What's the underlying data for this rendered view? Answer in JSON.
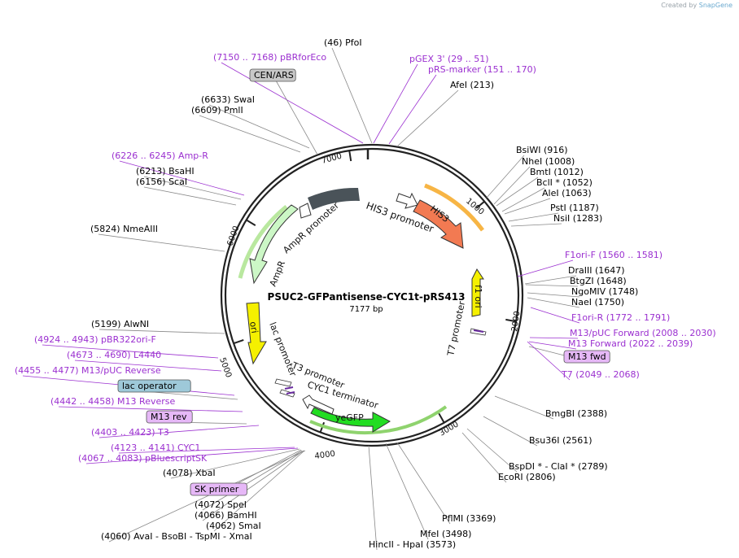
{
  "credit": {
    "prefix": "Created by",
    "brand": "SnapGene"
  },
  "plasmid": {
    "name": "PSUC2-GFPantisense-CYC1t-pRS413",
    "length_label": "7177 bp",
    "length": 7177
  },
  "colors": {
    "feature_purple": "#9b30d0",
    "site_black": "#000000",
    "line_gray": "#7f7f7f"
  },
  "ticks": [
    "1000",
    "2000",
    "3000",
    "4000",
    "5000",
    "6000",
    "7000"
  ],
  "features": [
    {
      "id": "his3-promoter",
      "label": "HIS3 promoter",
      "color": "#ffffff"
    },
    {
      "id": "his3",
      "label": "HIS3",
      "color": "#f27a52"
    },
    {
      "id": "f1-ori",
      "label": "f1 ori",
      "color": "#f5f000"
    },
    {
      "id": "t7-promoter",
      "label": "T7 promoter",
      "color": "#ffffff"
    },
    {
      "id": "yegfp",
      "label": "yeGFP",
      "color": "#22dd22"
    },
    {
      "id": "cyc1-terminator",
      "label": "CYC1 terminator",
      "color": "#ffffff"
    },
    {
      "id": "t3-promoter",
      "label": "T3 promoter",
      "color": "#ffffff"
    },
    {
      "id": "lac-promoter",
      "label": "lac promoter",
      "color": "#ffffff"
    },
    {
      "id": "ori",
      "label": "ori",
      "color": "#f5f000"
    },
    {
      "id": "ampr",
      "label": "AmpR",
      "color": "#ccf7c6"
    },
    {
      "id": "ampr-promoter",
      "label": "AmpR promoter",
      "color": "#ffffff"
    },
    {
      "id": "cen-ars-arc",
      "label": "",
      "color": "#4a5359"
    }
  ],
  "sites": [
    {
      "text": "(46)  PfoI",
      "kind": "enzyme"
    },
    {
      "text": "pGEX 3'    (29 .. 51)",
      "kind": "primer"
    },
    {
      "text": "pRS-marker    (151 .. 170)",
      "kind": "primer"
    },
    {
      "text": "AfeI    (213)",
      "kind": "enzyme"
    },
    {
      "text": "(7150 .. 7168)  pBRforEco",
      "kind": "primer"
    },
    {
      "text": "CEN/ARS",
      "kind": "boxed"
    },
    {
      "text": "(6633)  SwaI",
      "kind": "enzyme"
    },
    {
      "text": "(6609)  PmlI",
      "kind": "enzyme"
    },
    {
      "text": "(6226 .. 6245)  Amp-R",
      "kind": "primer"
    },
    {
      "text": "(6213)  BsaHI",
      "kind": "enzyme"
    },
    {
      "text": "(6156)  ScaI",
      "kind": "enzyme"
    },
    {
      "text": "(5824)  NmeAIII",
      "kind": "enzyme"
    },
    {
      "text": "(5199)  AlwNI",
      "kind": "enzyme"
    },
    {
      "text": "(4924 .. 4943)  pBR322ori-F",
      "kind": "primer"
    },
    {
      "text": "(4673 .. 4690)  L4440",
      "kind": "primer"
    },
    {
      "text": "(4455 .. 4477)  M13/pUC Reverse",
      "kind": "primer"
    },
    {
      "text": "lac operator",
      "kind": "boxed"
    },
    {
      "text": "(4442 .. 4458)  M13 Reverse",
      "kind": "primer"
    },
    {
      "text": "M13 rev",
      "kind": "boxed"
    },
    {
      "text": "(4403 .. 4423)  T3",
      "kind": "primer"
    },
    {
      "text": "(4123 .. 4141)  CYC1",
      "kind": "primer"
    },
    {
      "text": "(4067 .. 4083)  pBluescriptSK",
      "kind": "primer"
    },
    {
      "text": "(4078)  XbaI",
      "kind": "enzyme"
    },
    {
      "text": "SK primer",
      "kind": "boxed"
    },
    {
      "text": "(4072)  SpeI",
      "kind": "enzyme"
    },
    {
      "text": "(4066)  BamHI",
      "kind": "enzyme"
    },
    {
      "text": "(4062)  SmaI",
      "kind": "enzyme"
    },
    {
      "text": "(4060)  AvaI  -  BsoBI  -  TspMI  -  XmaI",
      "kind": "enzyme"
    },
    {
      "text": "BsiWI    (916)",
      "kind": "enzyme"
    },
    {
      "text": "NheI    (1008)",
      "kind": "enzyme"
    },
    {
      "text": "BmtI    (1012)",
      "kind": "enzyme"
    },
    {
      "text": "BclI *    (1052)",
      "kind": "enzyme"
    },
    {
      "text": "AleI    (1063)",
      "kind": "enzyme"
    },
    {
      "text": "PstI    (1187)",
      "kind": "enzyme"
    },
    {
      "text": "NsiI    (1283)",
      "kind": "enzyme"
    },
    {
      "text": "F1ori-F    (1560 .. 1581)",
      "kind": "primer"
    },
    {
      "text": "DraIII    (1647)",
      "kind": "enzyme"
    },
    {
      "text": "BtgZI    (1648)",
      "kind": "enzyme"
    },
    {
      "text": "NgoMIV    (1748)",
      "kind": "enzyme"
    },
    {
      "text": "NaeI    (1750)",
      "kind": "enzyme"
    },
    {
      "text": "F1ori-R    (1772 .. 1791)",
      "kind": "primer"
    },
    {
      "text": "M13/pUC Forward    (2008 .. 2030)",
      "kind": "primer"
    },
    {
      "text": "M13 Forward    (2022 .. 2039)",
      "kind": "primer"
    },
    {
      "text": "M13 fwd",
      "kind": "boxed"
    },
    {
      "text": "T7    (2049 .. 2068)",
      "kind": "primer"
    },
    {
      "text": "BmgBI    (2388)",
      "kind": "enzyme"
    },
    {
      "text": "Bsu36I    (2561)",
      "kind": "enzyme"
    },
    {
      "text": "BspDI *  -  ClaI *    (2789)",
      "kind": "enzyme"
    },
    {
      "text": "EcoRI    (2806)",
      "kind": "enzyme"
    },
    {
      "text": "PflMI    (3369)",
      "kind": "enzyme"
    },
    {
      "text": "MfeI    (3498)",
      "kind": "enzyme"
    },
    {
      "text": "HincII  -  HpaI    (3573)",
      "kind": "enzyme"
    }
  ]
}
